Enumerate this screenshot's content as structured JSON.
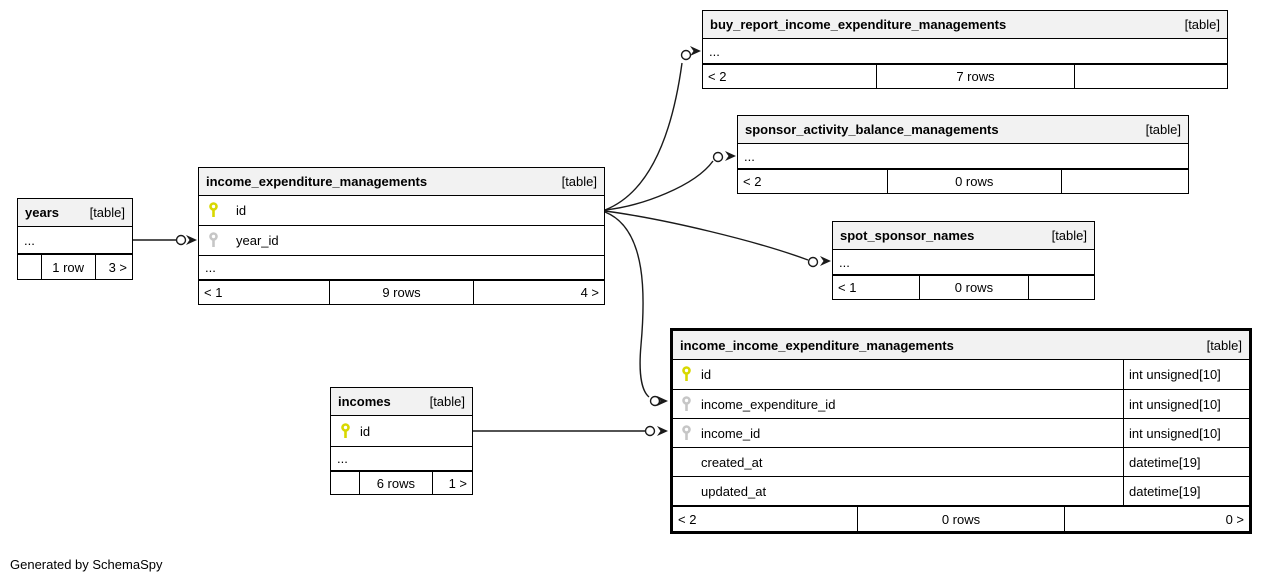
{
  "app": {
    "generator_note": "Generated by SchemaSpy"
  },
  "colors": {
    "background": "#ffffff",
    "table_header_bg": "#f2f2f2",
    "table_border": "#000000",
    "relationship_line": "#1a1a1a",
    "primary_key_icon": "#d8d800",
    "foreign_key_icon": "#c6c6c6"
  },
  "icons": {
    "primary_key": "key-icon",
    "foreign_key": "key-icon"
  },
  "tables": {
    "years": {
      "title": "years",
      "tag": "[table]",
      "rows": [
        {
          "label": "..."
        }
      ],
      "footer": {
        "left": "",
        "center": "1 row",
        "right": "3 >"
      }
    },
    "income_expenditure_managements": {
      "title": "income_expenditure_managements",
      "tag": "[table]",
      "rows": [
        {
          "key": "primary",
          "label": "id"
        },
        {
          "key": "foreign",
          "label": "year_id"
        },
        {
          "key": "none",
          "label": "..."
        }
      ],
      "footer": {
        "left": "< 1",
        "center": "9 rows",
        "right": "4 >"
      }
    },
    "buy_report_income_expenditure_managements": {
      "title": "buy_report_income_expenditure_managements",
      "tag": "[table]",
      "rows": [
        {
          "label": "..."
        }
      ],
      "footer": {
        "left": "< 2",
        "center": "7 rows",
        "right": ""
      }
    },
    "sponsor_activity_balance_managements": {
      "title": "sponsor_activity_balance_managements",
      "tag": "[table]",
      "rows": [
        {
          "label": "..."
        }
      ],
      "footer": {
        "left": "< 2",
        "center": "0 rows",
        "right": ""
      }
    },
    "spot_sponsor_names": {
      "title": "spot_sponsor_names",
      "tag": "[table]",
      "rows": [
        {
          "label": "..."
        }
      ],
      "footer": {
        "left": "< 1",
        "center": "0 rows",
        "right": ""
      }
    },
    "incomes": {
      "title": "incomes",
      "tag": "[table]",
      "rows": [
        {
          "key": "primary",
          "label": "id"
        },
        {
          "key": "none",
          "label": "..."
        }
      ],
      "footer": {
        "left": "",
        "center": "6 rows",
        "right": "1 >"
      }
    },
    "income_income_expenditure_managements": {
      "title": "income_income_expenditure_managements",
      "tag": "[table]",
      "rows": [
        {
          "key": "primary",
          "label": "id",
          "type": "int unsigned[10]"
        },
        {
          "key": "foreign",
          "label": "income_expenditure_id",
          "type": "int unsigned[10]"
        },
        {
          "key": "foreign",
          "label": "income_id",
          "type": "int unsigned[10]"
        },
        {
          "key": "none",
          "label": "created_at",
          "type": "datetime[19]"
        },
        {
          "key": "none",
          "label": "updated_at",
          "type": "datetime[19]"
        }
      ],
      "footer": {
        "left": "< 2",
        "center": "0 rows",
        "right": "0 >"
      }
    }
  }
}
